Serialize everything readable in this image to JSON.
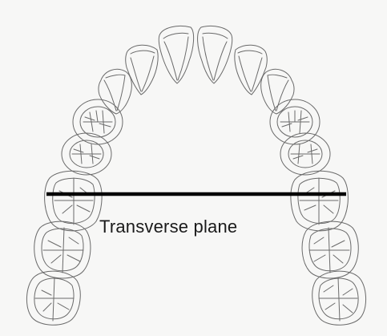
{
  "diagram": {
    "plane_label": "Transverse plane",
    "colors": {
      "background": "#f7f7f6",
      "outline": "#6a6a6a",
      "plane_line": "#000000",
      "label_text": "#1a1a1a"
    },
    "teeth": [
      {
        "id": "r-incisor-central",
        "type": "incisor",
        "side": "right"
      },
      {
        "id": "l-incisor-central",
        "type": "incisor",
        "side": "left"
      },
      {
        "id": "r-incisor-lateral",
        "type": "incisor",
        "side": "right"
      },
      {
        "id": "l-incisor-lateral",
        "type": "incisor",
        "side": "left"
      },
      {
        "id": "r-canine",
        "type": "canine",
        "side": "right"
      },
      {
        "id": "l-canine",
        "type": "canine",
        "side": "left"
      },
      {
        "id": "r-premolar-1",
        "type": "premolar",
        "side": "right"
      },
      {
        "id": "l-premolar-1",
        "type": "premolar",
        "side": "left"
      },
      {
        "id": "r-premolar-2",
        "type": "premolar",
        "side": "right"
      },
      {
        "id": "l-premolar-2",
        "type": "premolar",
        "side": "left"
      },
      {
        "id": "r-molar-1",
        "type": "molar",
        "side": "right"
      },
      {
        "id": "l-molar-1",
        "type": "molar",
        "side": "left"
      },
      {
        "id": "r-molar-2",
        "type": "molar",
        "side": "right"
      },
      {
        "id": "l-molar-2",
        "type": "molar",
        "side": "left"
      },
      {
        "id": "r-molar-3",
        "type": "molar",
        "side": "right"
      },
      {
        "id": "l-molar-3",
        "type": "molar",
        "side": "left"
      }
    ]
  }
}
